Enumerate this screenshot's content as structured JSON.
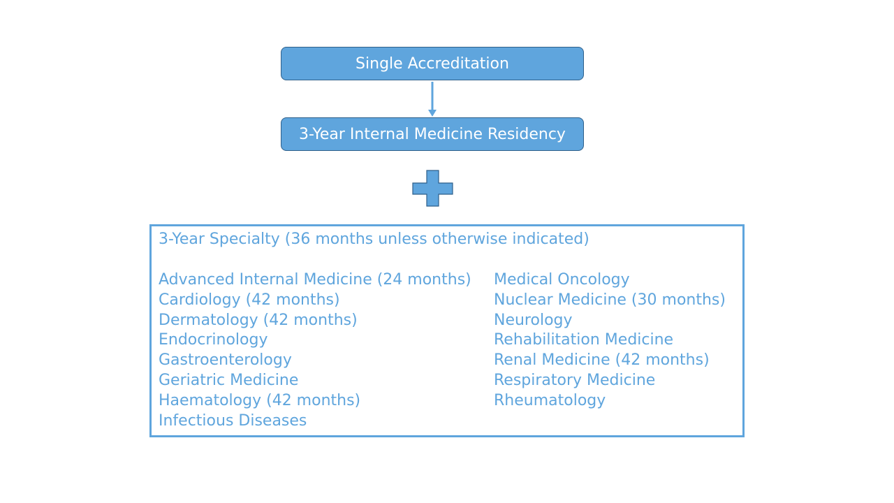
{
  "diagram": {
    "top_node": {
      "label": "Single Accreditation"
    },
    "second_node": {
      "label": "3-Year Internal Medicine Residency"
    },
    "plus_symbol": {
      "icon": "plus-icon"
    },
    "specialty_box": {
      "title": "3-Year Specialty (36 months unless otherwise indicated)",
      "left_column": [
        "Advanced Internal Medicine (24 months)",
        "Cardiology (42 months)",
        "Dermatology (42 months)",
        "Endocrinology",
        "Gastroenterology",
        "Geriatric Medicine",
        "Haematology (42 months)",
        "Infectious Diseases"
      ],
      "right_column": [
        "Medical Oncology",
        "Nuclear Medicine (30 months)",
        "Neurology",
        "Rehabilitation Medicine",
        "Renal Medicine (42 months)",
        "Respiratory Medicine",
        "Rheumatology"
      ]
    },
    "colors": {
      "node_fill": "#5fa5dd",
      "node_border": "#2e5f8a",
      "accent_text": "#5fa5dd"
    }
  }
}
